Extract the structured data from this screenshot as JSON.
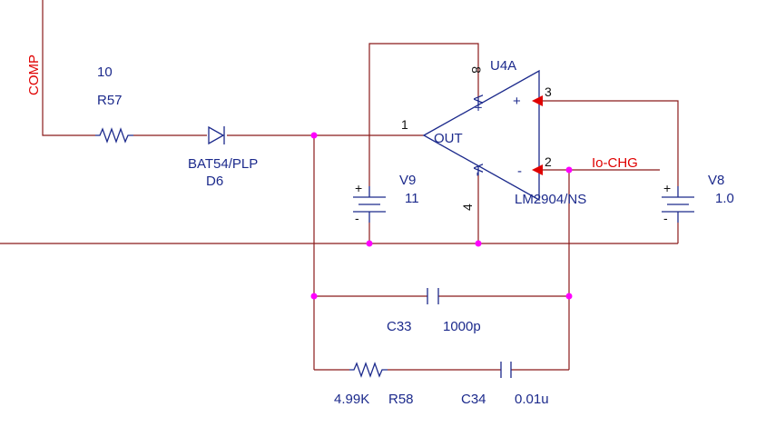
{
  "nets": {
    "comp": "COMP",
    "io_chg": "Io-CHG"
  },
  "r57": {
    "value": "10",
    "ref": "R57"
  },
  "d6": {
    "model": "BAT54/PLP",
    "ref": "D6"
  },
  "u4a": {
    "ref": "U4A",
    "model": "LM2904/NS",
    "out_label": "OUT",
    "plus_sign": "+",
    "minus_sign": "-",
    "vplus": "V+",
    "vminus": "V-",
    "pins": {
      "out": "1",
      "inv": "2",
      "noninv": "3",
      "vminus": "4",
      "vplus": "8"
    }
  },
  "v9": {
    "ref": "V9",
    "value": "11"
  },
  "v8": {
    "ref": "V8",
    "value": "1.0"
  },
  "c33": {
    "ref": "C33",
    "value": "1000p"
  },
  "r58": {
    "value": "4.99K",
    "ref": "R58"
  },
  "c34": {
    "ref": "C34",
    "value": "0.01u"
  },
  "colors": {
    "wire": "#8b1a1a",
    "component": "#1c2a8c",
    "junction": "#ff00ff",
    "net_label": "#e00000"
  }
}
